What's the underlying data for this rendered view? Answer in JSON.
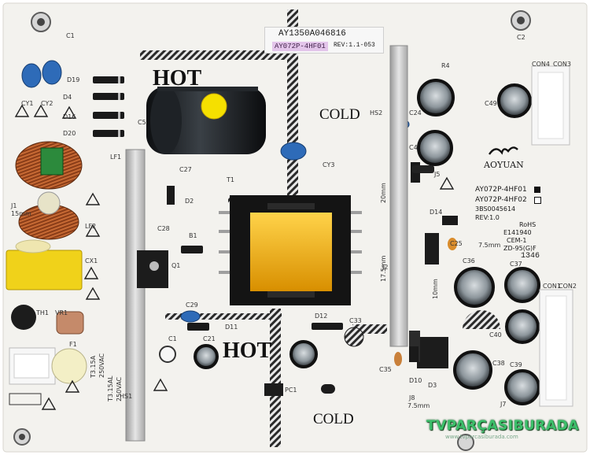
{
  "board": {
    "warnings": {
      "hot_top": "HOT",
      "hot_bottom": "HOT",
      "cold_top": "COLD",
      "cold_bottom": "COLD"
    },
    "brand": "AOYUAN",
    "model_lines": [
      "AY072P-4HF01",
      "AY072P-4HF02",
      "3BS0045614",
      "REV:1.0"
    ],
    "certs": [
      "RoHS",
      "E141940",
      "CEM-1",
      "ZD-95(G)F"
    ],
    "serial_sticker": "AY1350A046816",
    "model_sticker": "AY072P-4HF01",
    "rev_text": "REV:1.1-053",
    "date_code": "1346",
    "fuse_text": [
      "T3.15A",
      "250VAC",
      "T3.15AL",
      "250VAC"
    ],
    "component_labels": [
      "C1",
      "C2",
      "CY1",
      "CY2",
      "D19",
      "D4",
      "D16",
      "D20",
      "C5",
      "LF1",
      "J1",
      "LF2",
      "CX1",
      "TH1",
      "VR1",
      "F1",
      "C27",
      "T1",
      "D2",
      "C28",
      "B1",
      "Q1",
      "C29",
      "D11",
      "C1",
      "C21",
      "CY3",
      "HS2",
      "C24",
      "C4",
      "R4",
      "CON4",
      "CON3",
      "C49",
      "HS1",
      "J5",
      "D14",
      "C25",
      "J2",
      "C36",
      "C37",
      "C40",
      "CON1",
      "CON2",
      "C39",
      "C38",
      "D12",
      "C33",
      "C35",
      "PC1",
      "D10",
      "D3",
      "J8",
      "J7"
    ],
    "dimension_notes": [
      "20mm",
      "17.5mm",
      "15mm",
      "7.5mm",
      "10mm",
      "7.5mm"
    ],
    "watermark": "TVPARÇASIBURADA",
    "watermark_sub": "www.tvparcasiburada.com"
  },
  "colors": {
    "board": "#f3f2ee",
    "hatch": "#2a2a2a",
    "capacitor": "#15171a",
    "transformer_core": "#141414",
    "coil": "#f1b400",
    "connector": "#f7f7f7",
    "x_cap": "#f0d21a",
    "heatsink": "#c9c9c9",
    "copper": "#b55a2a",
    "y_cap": "#2e6bb8",
    "watermark": "#3cbf6a"
  }
}
